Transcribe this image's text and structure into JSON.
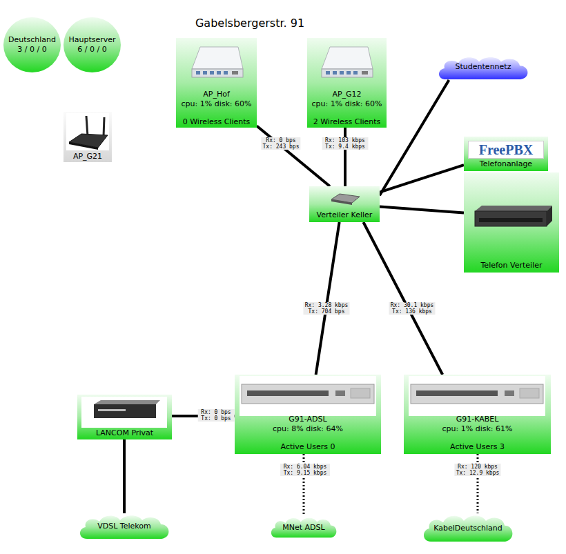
{
  "diagram": {
    "title": "Gabelsbergerstr. 91",
    "nodes": [
      {
        "text": [
          "Deutschland",
          "3 / 0 / 0"
        ]
      },
      {
        "text": [
          "Hauptserver",
          "6 / 0 / 0"
        ]
      },
      {
        "text": [
          "AP_G21"
        ]
      },
      {
        "text": [
          "AP_Hof",
          "cpu: 1% disk: 60%",
          "0 Wireless Clients"
        ]
      },
      {
        "text": [
          "AP_G12",
          "cpu: 1% disk: 60%",
          "2 Wireless Clients"
        ]
      },
      {
        "text": [
          "Studentennetz"
        ]
      },
      {
        "text": [
          "FreePBX",
          "Telefonanlage"
        ]
      },
      {
        "text": [
          "Telefon Verteiler"
        ]
      },
      {
        "text": [
          "Verteiler Keller"
        ]
      },
      {
        "text": [
          "G91-ADSL",
          "cpu: 8% disk: 64%",
          "Active Users 0"
        ]
      },
      {
        "text": [
          "G91-KABEL",
          "cpu: 1% disk: 61%",
          "Active Users 3"
        ]
      },
      {
        "text": [
          "LANCOM Privat"
        ]
      },
      {
        "text": [
          "VDSL Telekom"
        ]
      },
      {
        "text": [
          "MNet ADSL"
        ]
      },
      {
        "text": [
          "KabelDeutschland"
        ]
      }
    ],
    "edges": [
      {
        "from": 3,
        "to": 8,
        "label": "Rx: 0 bps Tx: 243 bps",
        "arrow": "none"
      },
      {
        "from": 4,
        "to": 8,
        "label": "Rx: 103 kbps Tx: 9.4 kbps",
        "arrow": "none"
      },
      {
        "from": 5,
        "to": 8,
        "arrow": "none"
      },
      {
        "from": 6,
        "to": 8,
        "arrow": "none"
      },
      {
        "from": 7,
        "to": 8,
        "arrow": "none"
      },
      {
        "from": 8,
        "to": 9,
        "label": "Rx: 3.28 kbps Tx: 704 bps",
        "arrow": "none"
      },
      {
        "from": 8,
        "to": 10,
        "label": "Rx: 30.1 kbps Tx: 136 kbps",
        "arrow": "none"
      },
      {
        "from": 11,
        "to": 9,
        "label": "Rx: 0 bps Tx: 0 bps",
        "arrow": "none"
      },
      {
        "from": 11,
        "to": 12,
        "arrow": "none"
      },
      {
        "from": 9,
        "to": 13,
        "label": "Rx: 6.04 kbps Tx: 9.15 kbps",
        "arrow": "none"
      },
      {
        "from": 10,
        "to": 14,
        "label": "Rx: 120 kbps Tx: 12.9 kbps",
        "arrow": "none"
      }
    ]
  }
}
